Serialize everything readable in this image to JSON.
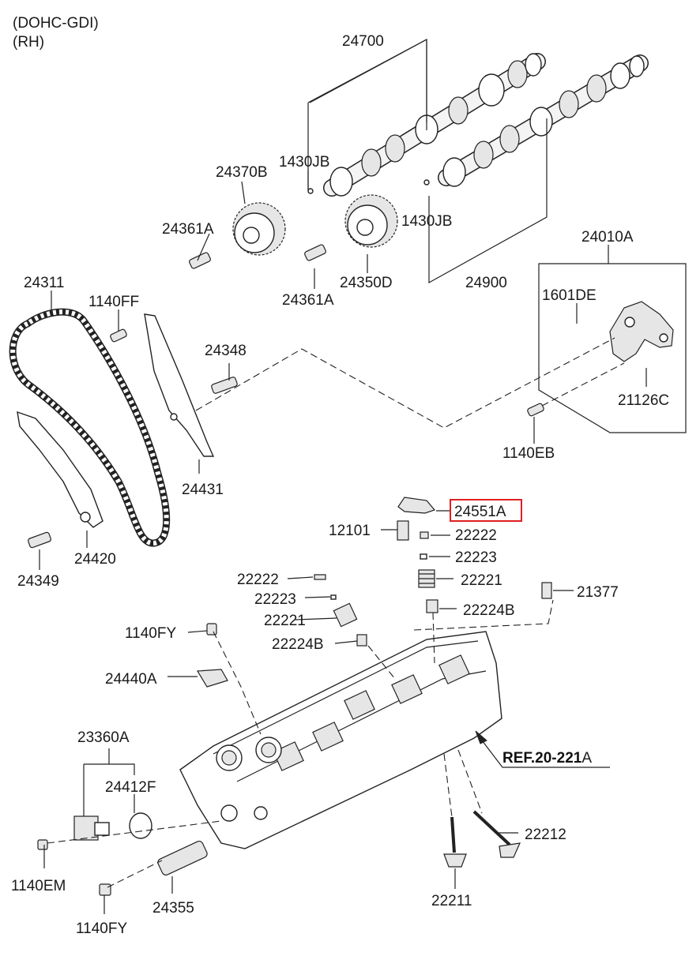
{
  "header": {
    "engine": "(DOHC-GDI)",
    "side": "(RH)"
  },
  "reference": {
    "bold": "REF.20-221",
    "suffix": "A"
  },
  "highlight_color": "#e02020",
  "parts": {
    "p24700": "24700",
    "p1430jb_a": "1430JB",
    "p1430jb_b": "1430JB",
    "p24370b": "24370B",
    "p24361a_a": "24361A",
    "p24361a_b": "24361A",
    "p24350d": "24350D",
    "p24900": "24900",
    "p24010a": "24010A",
    "p1601de": "1601DE",
    "p21126c": "21126C",
    "p1140eb": "1140EB",
    "p24311": "24311",
    "p1140ff": "1140FF",
    "p24348": "24348",
    "p24431": "24431",
    "p24420": "24420",
    "p24349": "24349",
    "p24551a": "24551A",
    "p12101": "12101",
    "p22222_r": "22222",
    "p22223_r": "22223",
    "p22221_r": "22221",
    "p22224b_r": "22224B",
    "p22222_l": "22222",
    "p22223_l": "22223",
    "p22221_l": "22221",
    "p22224b_l": "22224B",
    "p21377": "21377",
    "p1140fy_a": "1140FY",
    "p24440a": "24440A",
    "p23360a": "23360A",
    "p24412f": "24412F",
    "p22212": "22212",
    "p1140em": "1140EM",
    "p24355": "24355",
    "p22211": "22211",
    "p1140fy_b": "1140FY"
  }
}
